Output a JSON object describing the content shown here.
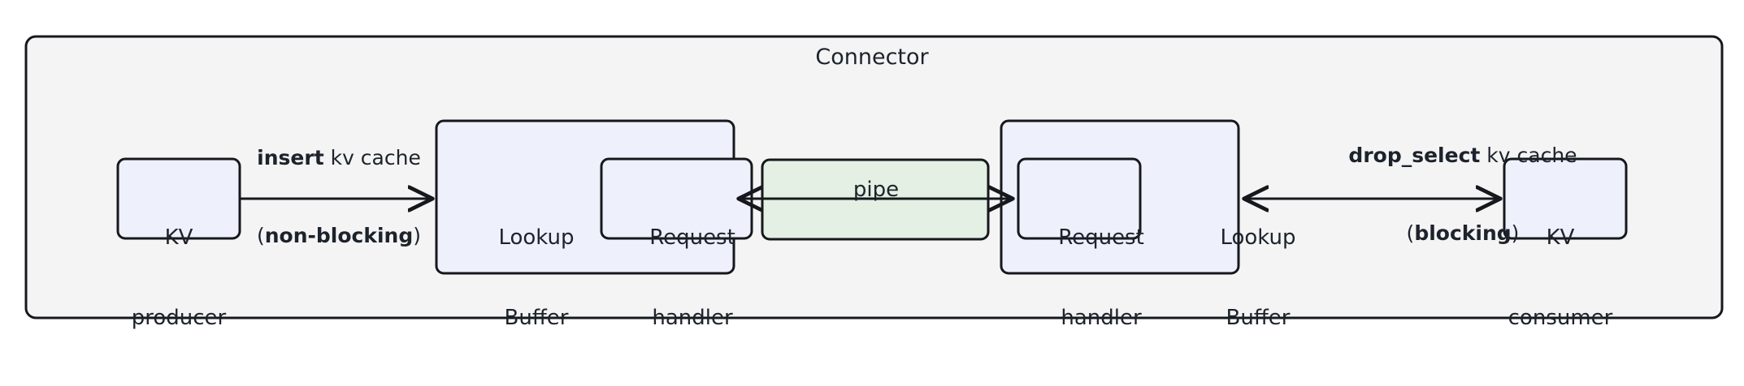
{
  "diagram": {
    "type": "flowchart",
    "title": "Connector",
    "container": {
      "name": "Connector",
      "fill": "#f4f4f4",
      "stroke": "#1d232c"
    },
    "colors": {
      "node_fill": "#eef1fb",
      "pipe_fill": "#e3f0e3",
      "stroke": "#16181d",
      "text": "#1d232c",
      "canvas": "#ffffff"
    },
    "nodes": [
      {
        "id": "kv_producer",
        "label": "KV\nproducer",
        "fill": "#eef1fb"
      },
      {
        "id": "lookup_buffer_left",
        "label": "Lookup\nBuffer",
        "fill": "#eef1fb"
      },
      {
        "id": "request_handler_left",
        "label": "Request\nhandler",
        "fill": "#eef1fb"
      },
      {
        "id": "pipe",
        "label": "pipe",
        "fill": "#e3f0e3"
      },
      {
        "id": "request_handler_right",
        "label": "Request\nhandler",
        "fill": "#eef1fb"
      },
      {
        "id": "lookup_buffer_right",
        "label": "Lookup\nBuffer",
        "fill": "#eef1fb"
      },
      {
        "id": "kv_consumer",
        "label": "KV\nconsumer",
        "fill": "#eef1fb"
      }
    ],
    "edges": [
      {
        "id": "insert_edge",
        "from": "kv_producer",
        "to": "lookup_buffer_left",
        "arrow": "single",
        "label_line1_bold": "insert",
        "label_line1_rest": " kv cache",
        "label_line2_prefix": "(",
        "label_line2_bold": "non-blocking",
        "label_line2_suffix": ")"
      },
      {
        "id": "pipe_edge",
        "from": "request_handler_right",
        "to": "request_handler_left",
        "arrow": "double",
        "label_line1_bold": "",
        "label_line1_rest": "",
        "label_line2_prefix": "",
        "label_line2_bold": "",
        "label_line2_suffix": ""
      },
      {
        "id": "drop_select_edge",
        "from": "lookup_buffer_right",
        "to": "kv_consumer",
        "arrow": "double",
        "label_line1_bold": "drop_select",
        "label_line1_rest": " kv cache",
        "label_line2_prefix": "(",
        "label_line2_bold": "blocking",
        "label_line2_suffix": ")"
      }
    ],
    "labels": {
      "kv_producer_line1": "KV",
      "kv_producer_line2": "producer",
      "kv_consumer_line1": "KV",
      "kv_consumer_line2": "consumer",
      "lookup_buffer_line1": "Lookup",
      "lookup_buffer_line2": "Buffer",
      "request_handler_line1": "Request",
      "request_handler_line2": "handler",
      "pipe": "pipe",
      "insert_bold": "insert",
      "insert_rest": " kv cache",
      "nonblocking_open": "(",
      "nonblocking_bold": "non-blocking",
      "nonblocking_close": ")",
      "drop_select_bold": "drop_select",
      "drop_select_rest": " kv cache",
      "blocking_open": "(",
      "blocking_bold": "blocking",
      "blocking_close": ")"
    }
  }
}
